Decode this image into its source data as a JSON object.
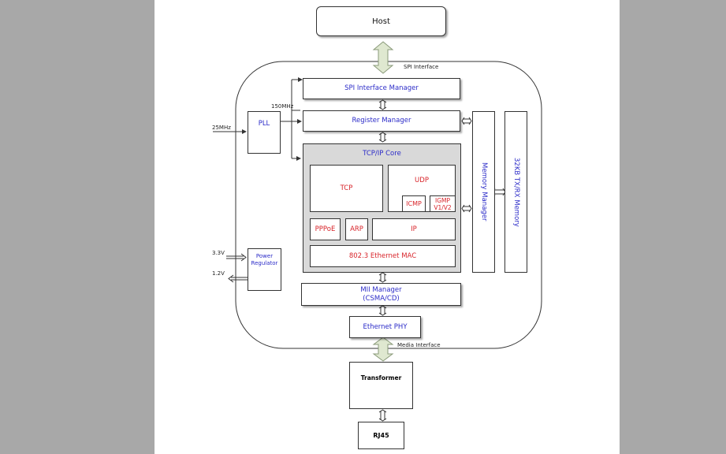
{
  "diagram": {
    "host": "Host",
    "spi_interface_label": "SPI Interface",
    "media_interface_label": "Media Interface",
    "clock_in": "25MHz",
    "clock_out": "150MHz",
    "pll": "PLL",
    "spi_manager": "SPI Interface Manager",
    "register_manager": "Register Manager",
    "tcpip_core": "TCP/IP Core",
    "tcp": "TCP",
    "udp": "UDP",
    "icmp": "ICMP",
    "igmp": "IGMP V1/V2",
    "pppoe": "PPPoE",
    "arp": "ARP",
    "ip": "IP",
    "mac": "802.3 Ethernet MAC",
    "mii_manager_line1": "MII  Manager",
    "mii_manager_line2": "(CSMA/CD)",
    "ethernet_phy": "Ethernet PHY",
    "memory_manager": "Memory Manager",
    "memory": "32KB TX/RX Memory",
    "power_regulator": "Power Regulator",
    "v33": "3.3V",
    "v12": "1.2V",
    "transformer": "Transformer",
    "rj45": "RJ45"
  }
}
